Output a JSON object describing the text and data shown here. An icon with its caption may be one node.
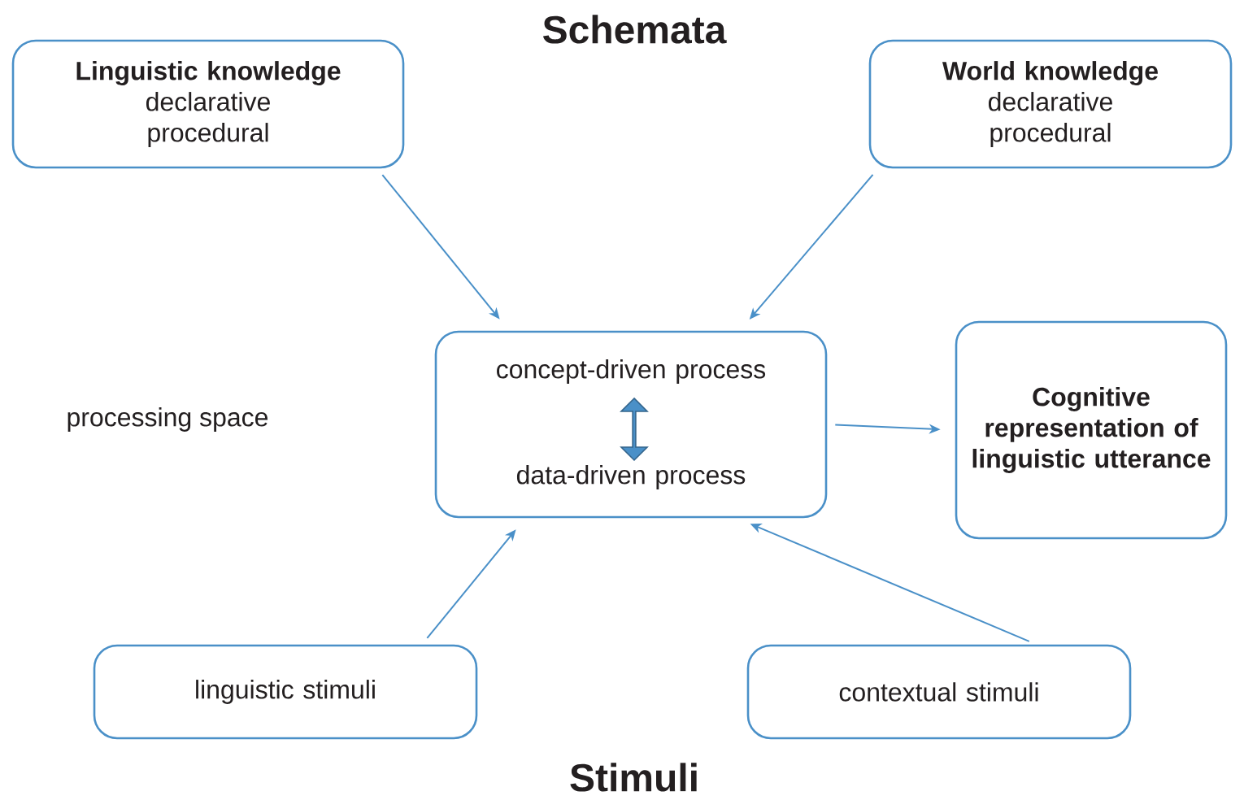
{
  "diagram": {
    "nodes": [
      {
        "text": [
          "Linguistic knowledge",
          "declarative",
          "procedural"
        ]
      },
      {
        "text": [
          "World knowledge",
          "declarative",
          "procedural"
        ]
      },
      {
        "text": [
          "concept-driven process",
          "data-driven process"
        ]
      },
      {
        "text": [
          "Cognitive representation of linguistic utterance"
        ]
      },
      {
        "text": [
          "linguistic stimuli"
        ]
      },
      {
        "text": [
          "contextual stimuli"
        ]
      }
    ],
    "edges": [
      {
        "from": 0,
        "to": 2,
        "arrow": "to"
      },
      {
        "from": 1,
        "to": 2,
        "arrow": "to"
      },
      {
        "from": 4,
        "to": 2,
        "arrow": "to"
      },
      {
        "from": 5,
        "to": 2,
        "arrow": "to"
      },
      {
        "from": 2,
        "to": 3,
        "arrow": "to"
      }
    ],
    "labels": [
      "Schemata",
      "processing space",
      "Stimuli"
    ]
  }
}
